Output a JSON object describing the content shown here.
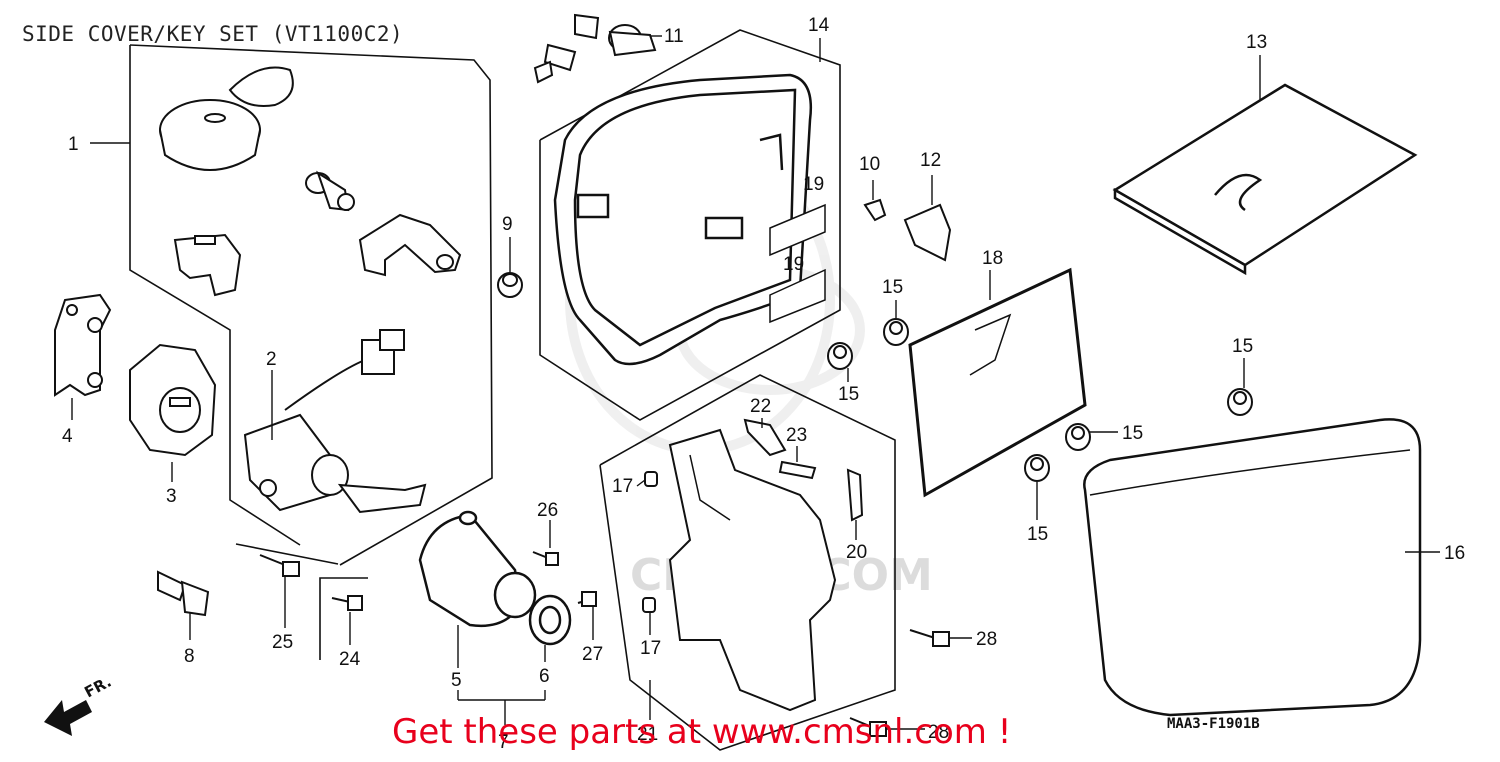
{
  "title": "SIDE COVER/KEY SET (VT1100C2)",
  "diagram_code": "MAA3-F1901B",
  "banner": "Get these parts at www.cmsnl.com !",
  "direction_label": "FR.",
  "watermark": "CMSNL.COM",
  "callouts": {
    "c1": "1",
    "c2": "2",
    "c3": "3",
    "c4": "4",
    "c5": "5",
    "c6": "6",
    "c7": "7",
    "c8": "8",
    "c9": "9",
    "c10": "10",
    "c11": "11",
    "c12": "12",
    "c13": "13",
    "c14": "14",
    "c15a": "15",
    "c15b": "15",
    "c15c": "15",
    "c15d": "15",
    "c15e": "15",
    "c16": "16",
    "c17a": "17",
    "c17b": "17",
    "c18": "18",
    "c19a": "19",
    "c19b": "19",
    "c20": "20",
    "c21": "21",
    "c22": "22",
    "c23": "23",
    "c24": "24",
    "c25": "25",
    "c26": "26",
    "c27": "27",
    "c28a": "28",
    "c28b": "28"
  }
}
